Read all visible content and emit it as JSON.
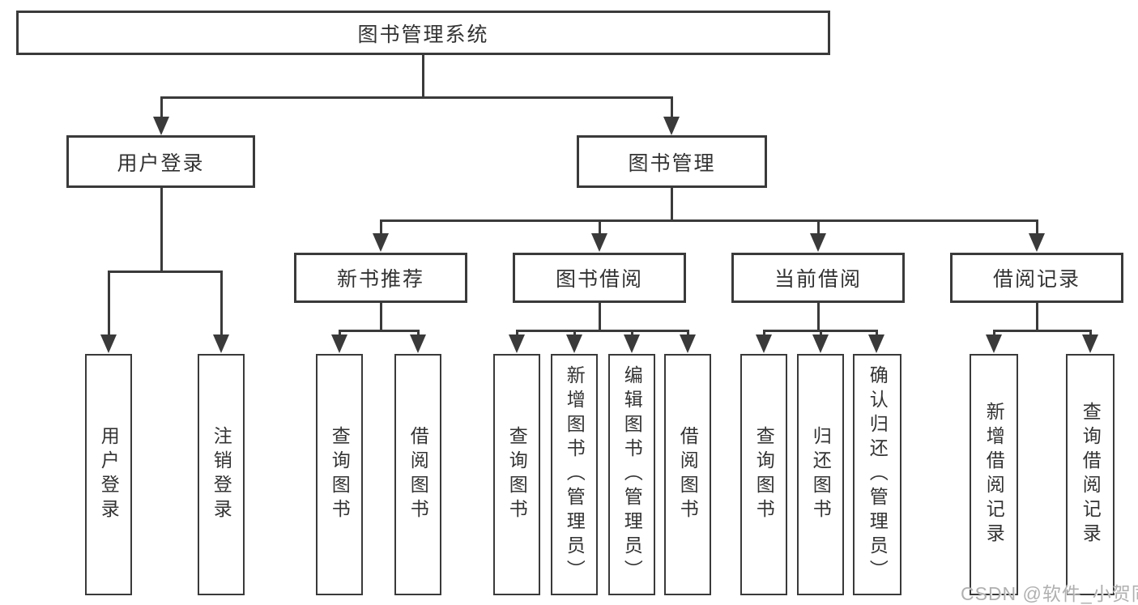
{
  "diagram": {
    "root": {
      "label": "图书管理系统"
    },
    "level2": {
      "user_login": {
        "label": "用户登录",
        "children": {
          "login": "用户登录",
          "logout": "注销登录"
        }
      },
      "book_mgmt": {
        "label": "图书管理"
      }
    },
    "level3": {
      "new_book": {
        "label": "新书推荐",
        "children": {
          "query": "查询图书",
          "borrow": "借阅图书"
        }
      },
      "book_borrow": {
        "label": "图书借阅",
        "children": {
          "query": "查询图书",
          "add": "新增图书（管理员）",
          "edit": "编辑图书（管理员）",
          "borrow": "借阅图书"
        }
      },
      "current_borrow": {
        "label": "当前借阅",
        "children": {
          "query": "查询图书",
          "return_book": "归还图书",
          "confirm_return": "确认归还（管理员）"
        }
      },
      "borrow_record": {
        "label": "借阅记录",
        "children": {
          "add_record": "新增借阅记录",
          "query_record": "查询借阅记录"
        }
      }
    }
  },
  "watermark": {
    "text": "CSDN @软件_小贺同学"
  },
  "colors": {
    "line": "#3a3a3a",
    "text": "#333333",
    "background": "#ffffff",
    "watermark": "#b0b0b0"
  }
}
